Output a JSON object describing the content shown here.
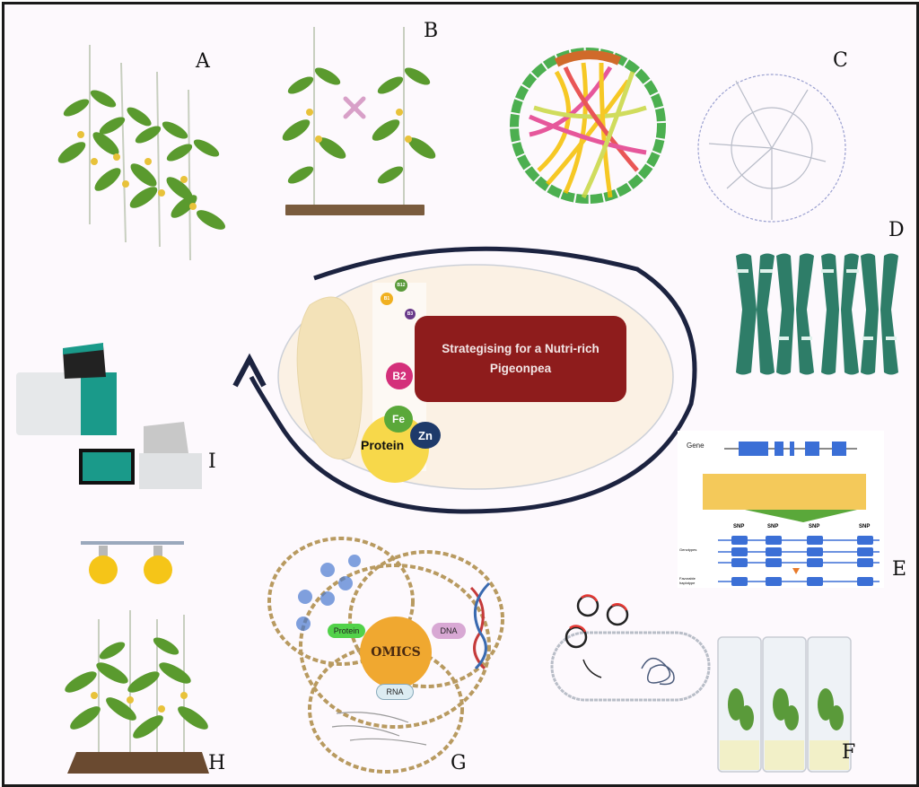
{
  "figure": {
    "title_line1": "Strategising for a Nutri-rich",
    "title_line2": "Pigeonpea",
    "nutrients": {
      "vitamins": [
        "B12",
        "B1",
        "B3",
        "B2"
      ],
      "minerals": [
        "Fe",
        "Zn"
      ],
      "protein": "Protein"
    },
    "panel_labels": [
      "A",
      "B",
      "C",
      "D",
      "E",
      "F",
      "G",
      "H",
      "I"
    ],
    "panel_e": {
      "gene_label": "Gene",
      "snp_labels": [
        "SNP",
        "SNP",
        "SNP",
        "SNP"
      ],
      "row_label_1": "Genotypes",
      "row_label_2": "Favorable haplotype"
    },
    "panel_g": {
      "center": "OMICS",
      "protein": "Protein",
      "dna": "DNA",
      "rna": "RNA"
    },
    "colors": {
      "title_box": "#8e1c1c",
      "plant_green": "#5a9a2e",
      "chromosome": "#2e7d68",
      "omics_orange": "#f0a830",
      "gene_blue": "#3b6fd6",
      "gene_band": "#f4c95a"
    }
  }
}
